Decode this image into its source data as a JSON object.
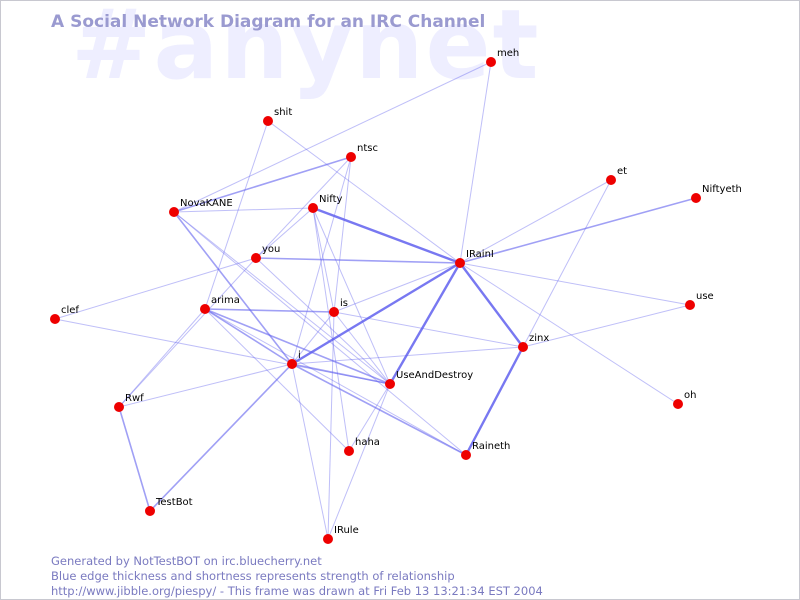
{
  "watermark": "#anynet",
  "title": "A Social Network Diagram for an IRC Channel",
  "footer": {
    "line1": "Generated by NotTestBOT on irc.bluecherry.net",
    "line2": "Blue edge thickness and shortness represents strength of relationship",
    "line3": "http://www.jibble.org/piespy/ - This frame was drawn at Fri Feb 13 13:21:34 EST 2004"
  },
  "colors": {
    "node": "#ee0000",
    "edge": "#6060ee",
    "title": "#9a9ad0",
    "watermark": "#eeeeff",
    "footer": "#7a7ac0"
  },
  "nodes": [
    {
      "id": "meh",
      "label": "meh"
    },
    {
      "id": "shit",
      "label": "shit"
    },
    {
      "id": "ntsc",
      "label": "ntsc"
    },
    {
      "id": "et",
      "label": "et"
    },
    {
      "id": "Niftyeth",
      "label": "Niftyeth"
    },
    {
      "id": "NovaKANE",
      "label": "NovaKANE"
    },
    {
      "id": "Nifty",
      "label": "Nifty"
    },
    {
      "id": "you",
      "label": "you"
    },
    {
      "id": "IRainI",
      "label": "IRainI"
    },
    {
      "id": "clef",
      "label": "clef"
    },
    {
      "id": "arima",
      "label": "arima"
    },
    {
      "id": "is",
      "label": "is"
    },
    {
      "id": "use",
      "label": "use"
    },
    {
      "id": "zinx",
      "label": "zinx"
    },
    {
      "id": "i",
      "label": "i"
    },
    {
      "id": "UseAndDestroy",
      "label": "UseAndDestroy"
    },
    {
      "id": "Rwf",
      "label": "Rwf"
    },
    {
      "id": "oh",
      "label": "oh"
    },
    {
      "id": "haha",
      "label": "haha"
    },
    {
      "id": "Raineth",
      "label": "Raineth"
    },
    {
      "id": "TestBot",
      "label": "TestBot"
    },
    {
      "id": "IRule",
      "label": "IRule"
    }
  ],
  "edges": [
    {
      "from": "meh",
      "to": "IRainI",
      "strength": 1
    },
    {
      "from": "meh",
      "to": "NovaKANE",
      "strength": 1
    },
    {
      "from": "shit",
      "to": "IRainI",
      "strength": 1
    },
    {
      "from": "shit",
      "to": "arima",
      "strength": 1
    },
    {
      "from": "ntsc",
      "to": "NovaKANE",
      "strength": 2
    },
    {
      "from": "ntsc",
      "to": "you",
      "strength": 1
    },
    {
      "from": "ntsc",
      "to": "is",
      "strength": 1
    },
    {
      "from": "ntsc",
      "to": "i",
      "strength": 1
    },
    {
      "from": "et",
      "to": "IRainI",
      "strength": 1
    },
    {
      "from": "et",
      "to": "zinx",
      "strength": 1
    },
    {
      "from": "Niftyeth",
      "to": "IRainI",
      "strength": 2
    },
    {
      "from": "NovaKANE",
      "to": "Nifty",
      "strength": 1
    },
    {
      "from": "NovaKANE",
      "to": "i",
      "strength": 2
    },
    {
      "from": "NovaKANE",
      "to": "UseAndDestroy",
      "strength": 1
    },
    {
      "from": "NovaKANE",
      "to": "Raineth",
      "strength": 1
    },
    {
      "from": "Nifty",
      "to": "IRainI",
      "strength": 3
    },
    {
      "from": "Nifty",
      "to": "you",
      "strength": 1
    },
    {
      "from": "Nifty",
      "to": "is",
      "strength": 1
    },
    {
      "from": "Nifty",
      "to": "haha",
      "strength": 1
    },
    {
      "from": "Nifty",
      "to": "UseAndDestroy",
      "strength": 1
    },
    {
      "from": "you",
      "to": "IRainI",
      "strength": 2
    },
    {
      "from": "you",
      "to": "clef",
      "strength": 1
    },
    {
      "from": "you",
      "to": "Rwf",
      "strength": 1
    },
    {
      "from": "you",
      "to": "UseAndDestroy",
      "strength": 1
    },
    {
      "from": "IRainI",
      "to": "i",
      "strength": 3
    },
    {
      "from": "IRainI",
      "to": "UseAndDestroy",
      "strength": 3
    },
    {
      "from": "IRainI",
      "to": "zinx",
      "strength": 3
    },
    {
      "from": "IRainI",
      "to": "use",
      "strength": 1
    },
    {
      "from": "IRainI",
      "to": "oh",
      "strength": 1
    },
    {
      "from": "IRainI",
      "to": "is",
      "strength": 1
    },
    {
      "from": "clef",
      "to": "UseAndDestroy",
      "strength": 1
    },
    {
      "from": "arima",
      "to": "is",
      "strength": 2
    },
    {
      "from": "arima",
      "to": "i",
      "strength": 2
    },
    {
      "from": "arima",
      "to": "UseAndDestroy",
      "strength": 2
    },
    {
      "from": "arima",
      "to": "Rwf",
      "strength": 1
    },
    {
      "from": "arima",
      "to": "Raineth",
      "strength": 1
    },
    {
      "from": "arima",
      "to": "haha",
      "strength": 1
    },
    {
      "from": "is",
      "to": "zinx",
      "strength": 1
    },
    {
      "from": "is",
      "to": "UseAndDestroy",
      "strength": 1
    },
    {
      "from": "is",
      "to": "i",
      "strength": 1
    },
    {
      "from": "is",
      "to": "IRule",
      "strength": 1
    },
    {
      "from": "use",
      "to": "zinx",
      "strength": 1
    },
    {
      "from": "zinx",
      "to": "i",
      "strength": 1
    },
    {
      "from": "zinx",
      "to": "Raineth",
      "strength": 3
    },
    {
      "from": "i",
      "to": "UseAndDestroy",
      "strength": 2
    },
    {
      "from": "i",
      "to": "Raineth",
      "strength": 2
    },
    {
      "from": "i",
      "to": "Rwf",
      "strength": 1
    },
    {
      "from": "i",
      "to": "TestBot",
      "strength": 2
    },
    {
      "from": "i",
      "to": "IRule",
      "strength": 1
    },
    {
      "from": "UseAndDestroy",
      "to": "IRule",
      "strength": 1
    },
    {
      "from": "UseAndDestroy",
      "to": "haha",
      "strength": 1
    },
    {
      "from": "Rwf",
      "to": "TestBot",
      "strength": 2
    }
  ]
}
